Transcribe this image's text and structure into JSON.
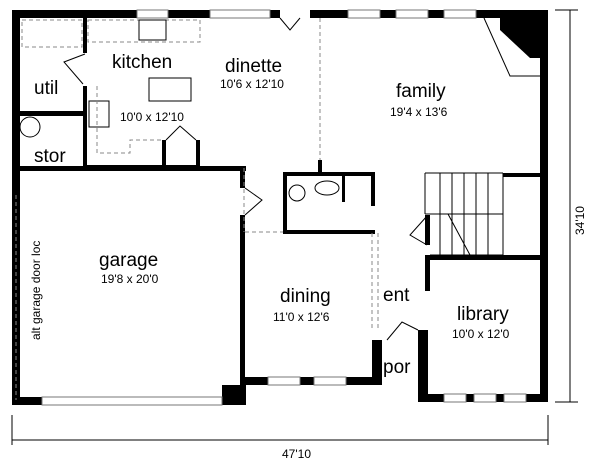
{
  "plan": {
    "rooms": {
      "kitchen": {
        "name": "kitchen",
        "size": "10'0 x 12'10"
      },
      "dinette": {
        "name": "dinette",
        "size": "10'6 x 12'10"
      },
      "family": {
        "name": "family",
        "size": "19'4 x 13'6"
      },
      "util": {
        "name": "util"
      },
      "stor": {
        "name": "stor"
      },
      "garage": {
        "name": "garage",
        "size": "19'8 x 20'0"
      },
      "dining": {
        "name": "dining",
        "size": "11'0 x 12'6"
      },
      "ent": {
        "name": "ent"
      },
      "por": {
        "name": "por"
      },
      "library": {
        "name": "library",
        "size": "10'0 x 12'0"
      }
    },
    "notes": {
      "alt_garage": "alt garage door loc"
    },
    "dimensions": {
      "width": "47'10",
      "depth": "34'10"
    }
  }
}
